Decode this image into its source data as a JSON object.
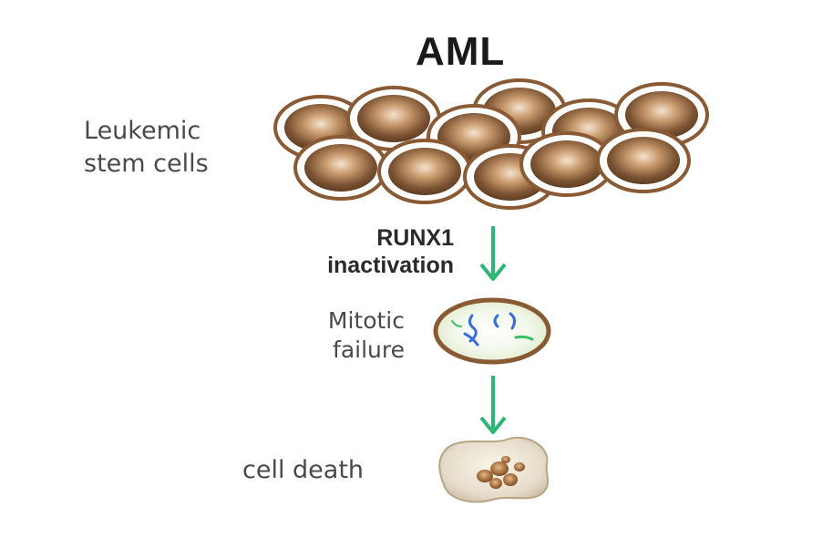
{
  "title": "AML",
  "labels": {
    "stem_cells": [
      "Leukemic",
      "stem cells"
    ],
    "inactivation": [
      "RUNX1",
      "inactivation"
    ],
    "mitotic": [
      "Mitotic",
      "failure"
    ],
    "death": "cell death"
  },
  "colors": {
    "arrow": "#2bb673",
    "cell_outer": "#7a5232",
    "cell_inner": "#ffffff",
    "chromosome": "#3a6fd8",
    "dead_cell": "#e6dccb"
  },
  "icons": [
    "leukemic-cell-cluster-icon",
    "mitotic-cell-icon",
    "dead-cell-icon",
    "arrow-down-icon"
  ]
}
